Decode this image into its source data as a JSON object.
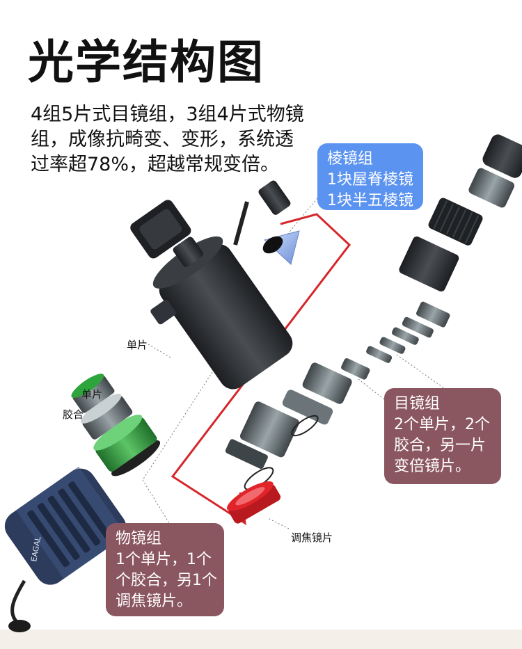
{
  "title": "光学结构图",
  "intro_lines": [
    "4组5片式目镜组，3组4片式物镜",
    "组，成像抗畸变、变形，系统透",
    "过率超78%，超越常规变倍。"
  ],
  "prism_group": {
    "lines": [
      "棱镜组",
      "1块屋脊棱镜",
      "1块半五棱镜"
    ],
    "color": "#5b93f0"
  },
  "eyepiece_group": {
    "lines": [
      "目镜组",
      "2个单片，2个",
      "胶合，另一片",
      "变倍镜片。"
    ],
    "color": "#8a5660"
  },
  "objective_group": {
    "lines": [
      "物镜组",
      "1个单片，1个",
      "个胶合，另1个",
      "调焦镜片。"
    ],
    "color": "#8a5660"
  },
  "part_labels": {
    "single_1": "单片",
    "single_2": "单片",
    "cemented": "胶合",
    "focus_lens": "调焦镜片"
  },
  "brand_mark": "EAGAL",
  "colors": {
    "frame_red": "#d6262a",
    "lens_green": "#3ea548",
    "focus_red": "#e0242a",
    "body_dark": "#2a2d31",
    "rubber_blue": "#2d3c5c"
  }
}
